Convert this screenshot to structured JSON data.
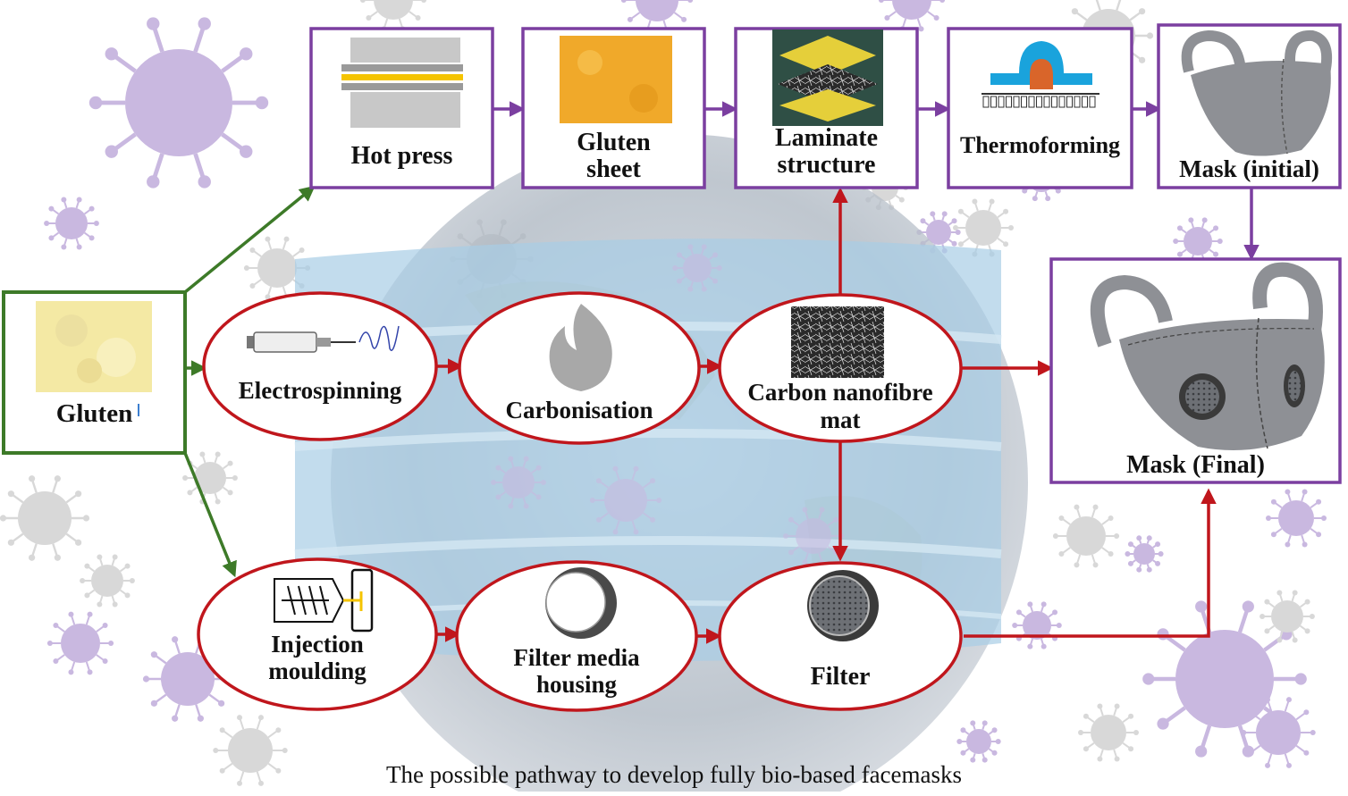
{
  "diagram": {
    "title": "",
    "source": {
      "label": "Gluten"
    },
    "top_row": [
      {
        "id": "hot-press",
        "label": "Hot press"
      },
      {
        "id": "gluten-sheet",
        "label_lines": [
          "Gluten",
          "sheet"
        ]
      },
      {
        "id": "laminate-structure",
        "label_lines": [
          "Laminate",
          "structure"
        ]
      },
      {
        "id": "thermoforming",
        "label": "Thermoforming"
      },
      {
        "id": "mask-initial",
        "label": "Mask (initial)"
      }
    ],
    "middle_row": [
      {
        "id": "electrospinning",
        "label": "Electrospinning"
      },
      {
        "id": "carbonisation",
        "label": "Carbonisation"
      },
      {
        "id": "carbon-nanofibre-mat",
        "label_lines": [
          "Carbon nanofibre",
          "mat"
        ]
      }
    ],
    "bottom_row": [
      {
        "id": "injection-moulding",
        "label_lines": [
          "Injection",
          "moulding"
        ]
      },
      {
        "id": "filter-media-housing",
        "label_lines": [
          "Filter media",
          "housing"
        ]
      },
      {
        "id": "filter",
        "label": "Filter"
      }
    ],
    "final": {
      "id": "mask-final",
      "label": "Mask (Final)"
    },
    "caption": "The possible pathway to develop fully bio-based facemasks",
    "colors": {
      "green": "#3d7a28",
      "red": "#c0161c",
      "purple": "#7b3fa0",
      "virus": "#c9b8e0",
      "virus_grey": "#d8d8d8",
      "mask_grey": "#8e9095"
    }
  }
}
